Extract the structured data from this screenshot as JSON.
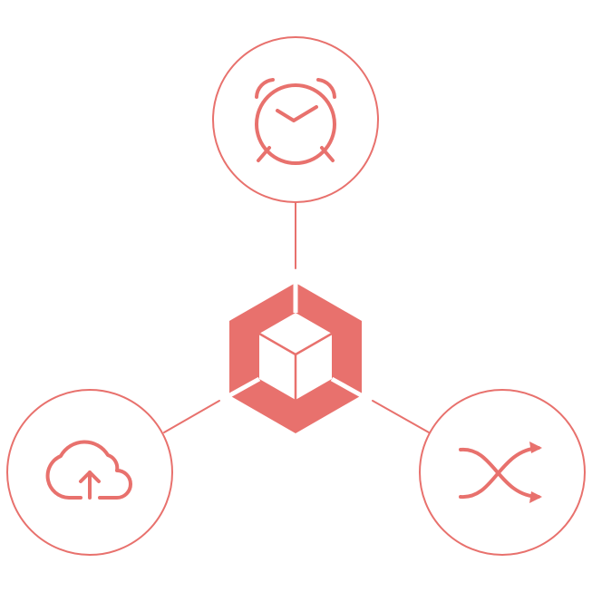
{
  "diagram": {
    "accent_color": "#e8716d",
    "background_color": "#ffffff",
    "center_node": {
      "icon": "cube-hexagon-icon"
    },
    "nodes": [
      {
        "id": "top",
        "icon": "alarm-clock-icon"
      },
      {
        "id": "left",
        "icon": "cloud-upload-icon"
      },
      {
        "id": "right",
        "icon": "shuffle-icon"
      }
    ]
  }
}
